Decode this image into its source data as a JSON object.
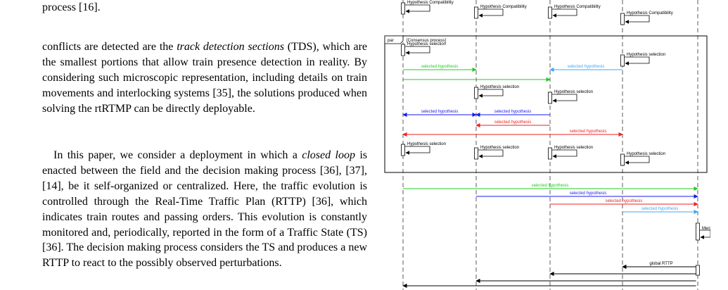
{
  "paper": {
    "caption_tail": "process [16].",
    "para1": {
      "lead": "conflicts are detected are the ",
      "term": "track detection sections",
      "rest": " (TDS), which are the smallest portions that allow train presence detection in reality. By considering such microscopic representation, including details on train movements and interlocking systems [35], the solutions produced when solving the rtRTMP can be directly deployable."
    },
    "para2": {
      "lead": "In this paper, we consider a deployment in which a ",
      "term": "closed loop",
      "rest": " is enacted between the field and the decision making process [36], [37], [14], be it self-organized or centralized. Here, the traffic evolution is controlled through the Real-Time Traffic Plan (RTTP) [36], which indicates train routes and passing orders. This evolution is constantly monitored and, periodically, reported in the form of a Traffic State (TS) [36]. The decision making process considers the TS and produces a new RTTP to react to the possibly observed perturbations."
    }
  },
  "diagram": {
    "colors": {
      "green": "#22cc22",
      "blue": "#1a1aee",
      "red": "#ee2222",
      "lightblue": "#3fa9f5",
      "black": "#000000"
    },
    "compat_labels": [
      "Hypothesis Compatibility",
      "Hypothesis Compatibility",
      "Hypothesis Compatibility",
      "Hypothesis Compatibility"
    ],
    "frame_tag": "par",
    "frame_title": "[Consensus process]",
    "selection_label": "Hypothesis selection",
    "message_label": "selected hypothesis",
    "merge_label": "Merge",
    "global_rttp_label": "global RTTP"
  }
}
